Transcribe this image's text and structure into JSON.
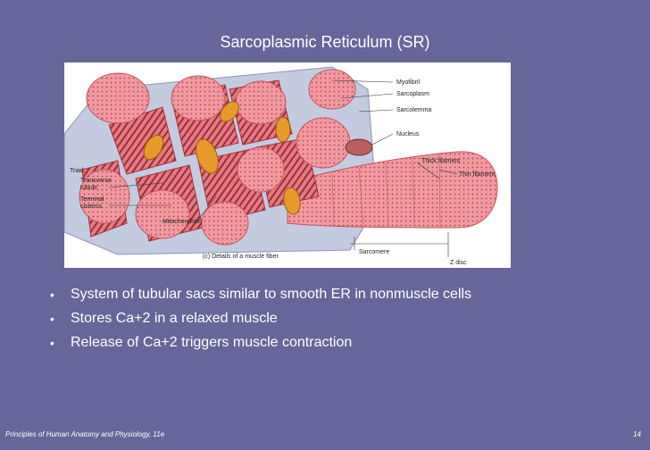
{
  "slide": {
    "title": "Sarcoplasmic Reticulum (SR)",
    "bullets": [
      "System of tubular sacs similar to smooth ER in nonmuscle cells",
      "Stores Ca+2 in a relaxed muscle",
      "Release of  Ca+2  triggers muscle contraction"
    ],
    "bullet_glyph": "•",
    "footer": "Principles of Human Anatomy and Physiology, 11e",
    "page_number": "14"
  },
  "figure": {
    "caption": "(c) Details of a muscle fiber",
    "labels": {
      "myofibril": "Myofibril",
      "sarcoplasm": "Sarcoplasm",
      "sarcolemma": "Sarcolemma",
      "nucleus": "Nucleus",
      "thick_filament": "Thick filament",
      "thin_filament": "Thin filament",
      "triad": "Triad:",
      "transverse": "Transverse",
      "tubule": "tubule",
      "terminal": "Terminal",
      "cisterns": "cisterns",
      "mitochondrion": "Mitochondrion",
      "sarcomere": "Sarcomere",
      "z_disc": "Z disc"
    }
  },
  "colors": {
    "background": "#66669a",
    "muscle_pink": "#ee8c92",
    "muscle_dark": "#c8545c",
    "mitochondrion": "#e79a2c",
    "sarcolemma_blue": "#c4cbe0"
  }
}
